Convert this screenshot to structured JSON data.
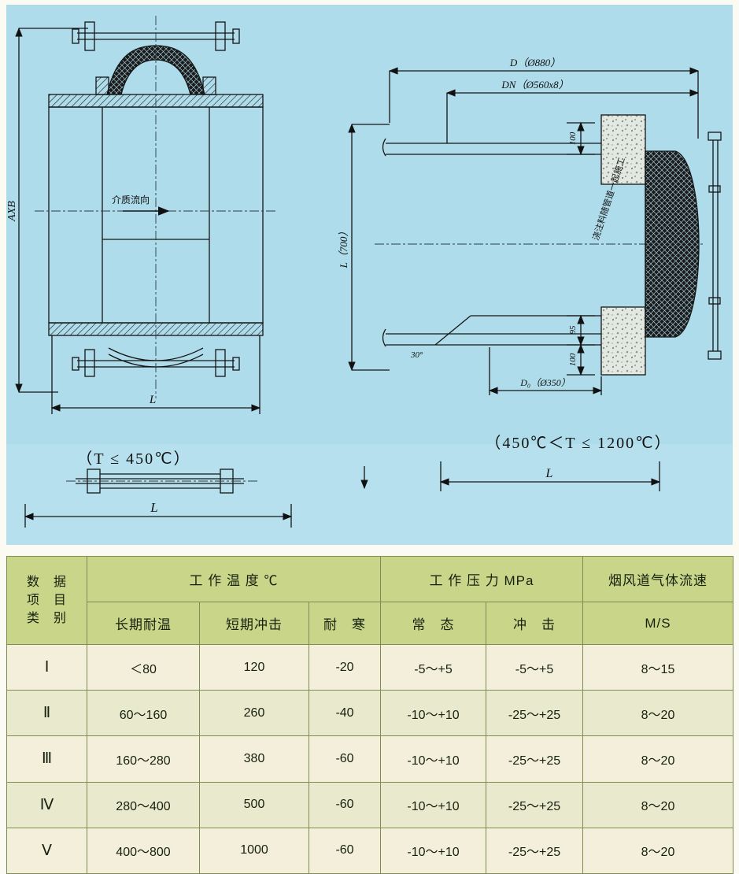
{
  "colors": {
    "panel_blue": "#aedceb",
    "table_header_green": "#c9d589",
    "row_cream": "#f4efdb",
    "row_olive": "#e9e9cd",
    "grid_line": "#7d8c52"
  },
  "left_drawing": {
    "axb": "AXB",
    "flow": "介质流向",
    "dim_l": "L",
    "caption": "（T ≤ 450℃）",
    "compressed_dim_l": "L"
  },
  "right_drawing": {
    "dim_d": "D（Ø880）",
    "dim_dn": "DN（Ø560x8）",
    "dim_l700": "L（700）",
    "dim_100_top": "100",
    "dim_95": "95",
    "dim_100_bottom": "100",
    "note": "浇注料随管道一起施工",
    "angle": "30°",
    "dim_do": "D₀（Ø350）",
    "caption": "（450℃＜T ≤ 1200℃）",
    "dim_l_bottom": "L"
  },
  "table": {
    "header": {
      "category_l1": "数　据",
      "category_l2": "项　目",
      "category_l3": "类　别",
      "temp_group": "工 作 温 度 ℃",
      "pressure_group": "工 作 压 力 MPa",
      "flow_group": "烟风道气体流速",
      "sub_long": "长期耐温",
      "sub_short": "短期冲击",
      "sub_cold": "耐　寒",
      "sub_normal": "常　态",
      "sub_impact": "冲　击",
      "sub_speed": "M/S"
    },
    "rows": [
      {
        "cls": "Ⅰ",
        "cells": [
          "＜80",
          "120",
          "-20",
          "-5～+5",
          "-5～+5",
          "8～15"
        ]
      },
      {
        "cls": "Ⅱ",
        "cells": [
          "60～160",
          "260",
          "-40",
          "-10～+10",
          "-25～+25",
          "8～20"
        ]
      },
      {
        "cls": "Ⅲ",
        "cells": [
          "160～280",
          "380",
          "-60",
          "-10～+10",
          "-25～+25",
          "8～20"
        ]
      },
      {
        "cls": "Ⅳ",
        "cells": [
          "280～400",
          "500",
          "-60",
          "-10～+10",
          "-25～+25",
          "8～20"
        ]
      },
      {
        "cls": "Ⅴ",
        "cells": [
          "400～800",
          "1000",
          "-60",
          "-10～+10",
          "-25～+25",
          "8～20"
        ]
      }
    ]
  }
}
